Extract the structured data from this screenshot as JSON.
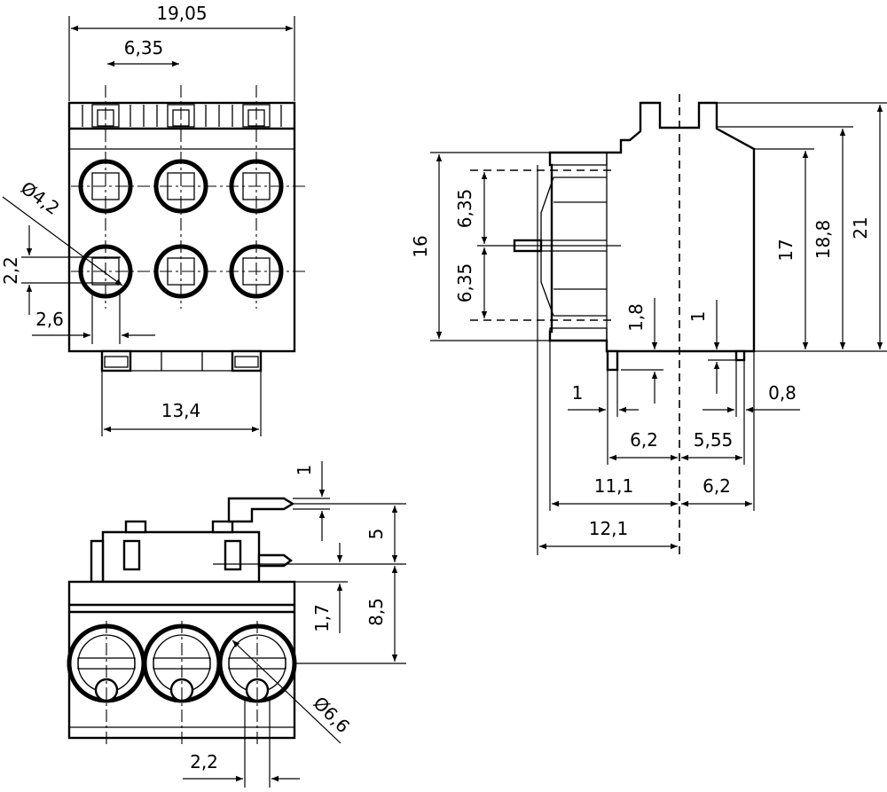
{
  "dimensions": {
    "front_total_width": "19,05",
    "front_pitch": "6,35",
    "front_hole_diameter": "Ø4,2",
    "front_hole_height": "2,2",
    "front_hole_width": "2,6",
    "front_pin_span": "13,4",
    "side_row_pitch_upper": "6,35",
    "side_row_pitch_lower": "6,35",
    "side_height_16": "16",
    "side_height_17": "17",
    "side_height_18_8": "18,8",
    "side_height_21": "21",
    "side_pin_length_1_8": "1,8",
    "side_pin_length_1": "1",
    "side_pin_width_1": "1",
    "side_pin_width_0_8": "0,8",
    "side_width_6_2": "6,2",
    "side_width_5_55": "5,55",
    "side_width_11_1": "11,1",
    "side_width_6_2_b": "6,2",
    "side_width_12_1": "12,1",
    "bottom_pin_thickness": "1",
    "bottom_height_5": "5",
    "bottom_height_1_7": "1,7",
    "bottom_height_8_5": "8,5",
    "bottom_ring_diameter": "Ø6,6",
    "bottom_pin_spacing": "2,2"
  }
}
